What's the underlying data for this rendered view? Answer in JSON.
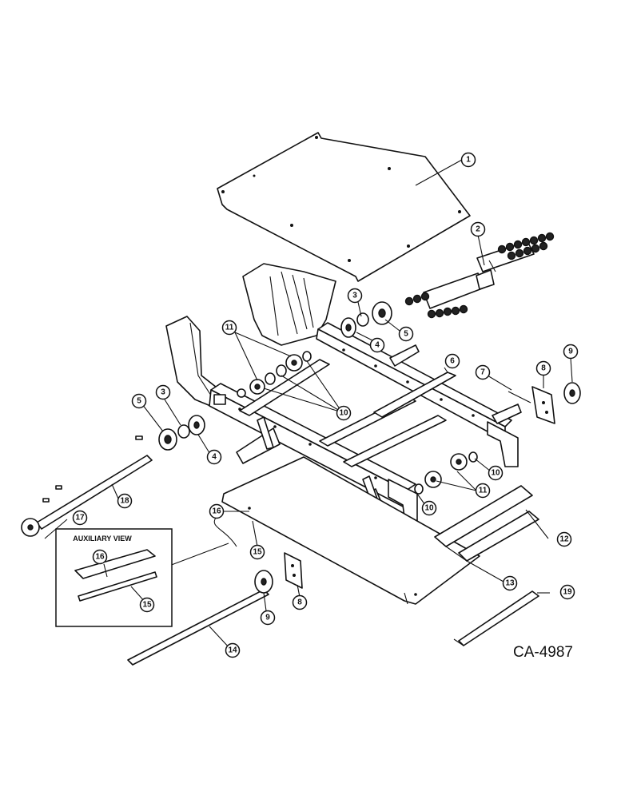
{
  "diagram": {
    "reference_code": "CA-4987",
    "auxiliary_view": {
      "title": "AUXILIARY VIEW",
      "callouts": [
        "16",
        "15"
      ]
    },
    "callouts": [
      "1",
      "2",
      "3",
      "3",
      "4",
      "4",
      "5",
      "5",
      "6",
      "7",
      "8",
      "8",
      "9",
      "9",
      "10",
      "10",
      "10",
      "11",
      "11",
      "12",
      "13",
      "14",
      "15",
      "16",
      "17",
      "18",
      "19"
    ]
  }
}
